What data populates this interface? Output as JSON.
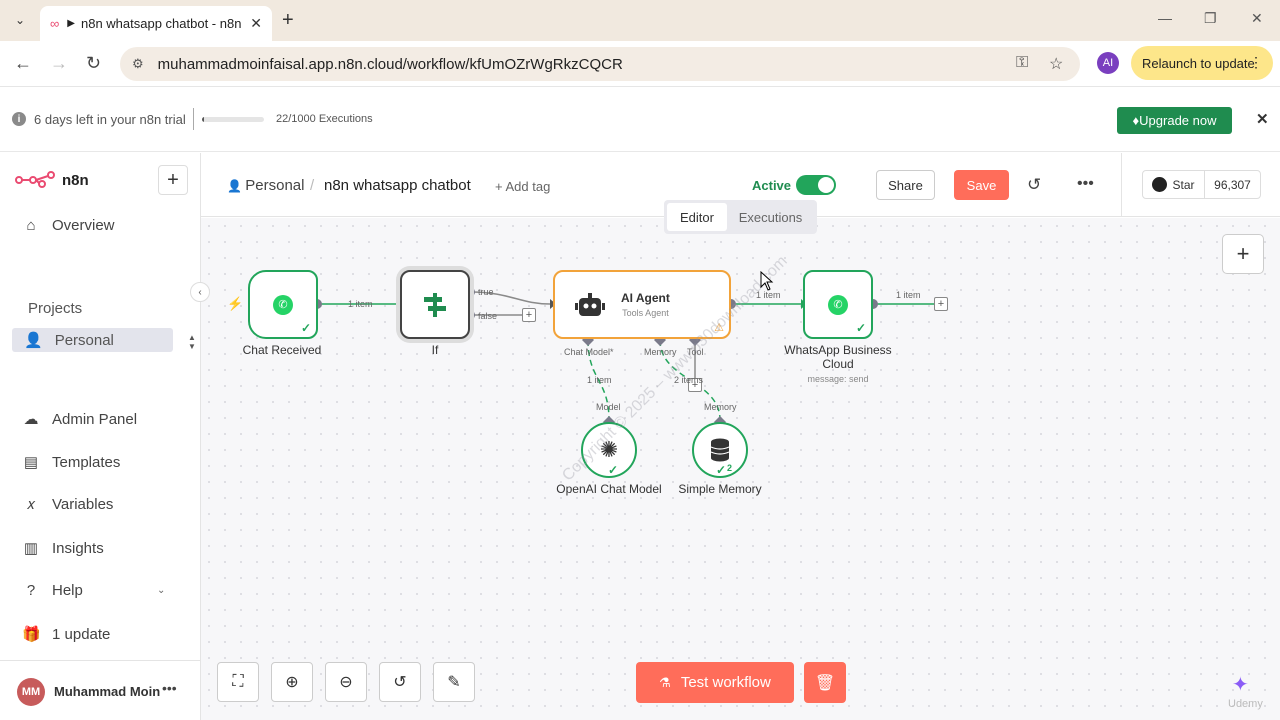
{
  "browser": {
    "tab_title": "n8n whatsapp chatbot - n8n",
    "url": "muhammadmoinfaisal.app.n8n.cloud/workflow/kfUmOZrWgRkzCQCR",
    "profile_initials": "AI",
    "relaunch_label": "Relaunch to update"
  },
  "banner": {
    "trial_text": "6 days left in your n8n trial",
    "executions_text": "22/1000 Executions",
    "progress_fraction": 0.022,
    "upgrade_label": "Upgrade now"
  },
  "sidebar": {
    "brand": "n8n",
    "items_top": [
      {
        "label": "Overview",
        "icon": "home-icon"
      }
    ],
    "projects_heading": "Projects",
    "current_project": "Personal",
    "items_bottom": [
      {
        "label": "Admin Panel",
        "icon": "cloud-icon"
      },
      {
        "label": "Templates",
        "icon": "box-icon"
      },
      {
        "label": "Variables",
        "icon": "variable-icon"
      },
      {
        "label": "Insights",
        "icon": "chart-icon"
      },
      {
        "label": "Help",
        "icon": "question-icon"
      },
      {
        "label": "1 update",
        "icon": "gift-icon"
      }
    ],
    "user": {
      "initials": "MM",
      "name": "Muhammad Moin"
    }
  },
  "header": {
    "project": "Personal",
    "workflow_name": "n8n whatsapp chatbot",
    "add_tag": "+ Add tag",
    "active_label": "Active",
    "active": true,
    "share_label": "Share",
    "save_label": "Save",
    "github_star": "Star",
    "github_count": "96,307"
  },
  "mode_tabs": {
    "editor": "Editor",
    "executions": "Executions"
  },
  "nodes": {
    "chat_received": {
      "label": "Chat Received"
    },
    "if": {
      "label": "If",
      "true_label": "true",
      "false_label": "false"
    },
    "ai_agent": {
      "title": "AI Agent",
      "subtitle": "Tools Agent",
      "port_chat_model": "Chat Model*",
      "port_memory": "Memory",
      "port_tool": "Tool"
    },
    "whatsapp": {
      "label": "WhatsApp Business Cloud",
      "sub": "message: send"
    },
    "openai": {
      "label": "OpenAI Chat Model",
      "port": "Model"
    },
    "memory": {
      "label": "Simple Memory",
      "port": "Memory",
      "badge": "2"
    }
  },
  "edges": {
    "e1": "1 item",
    "e2": "1 item",
    "e3": "1 item",
    "model_link": "1 item",
    "memory_link": "2 items"
  },
  "watermark": "Copyright © 2025 – www.p30download.com",
  "footer": {
    "test_label": "Test workflow",
    "udemy": "Udemy"
  },
  "colors": {
    "accent": "#ff6d5a",
    "success": "#22a55b",
    "upgrade": "#1f8c4f"
  }
}
